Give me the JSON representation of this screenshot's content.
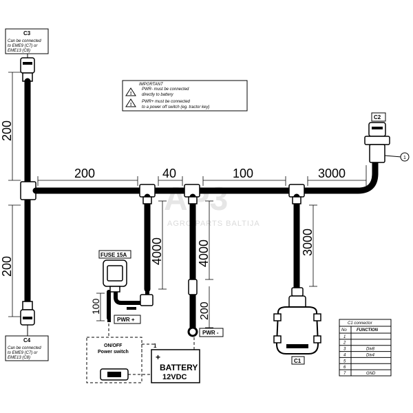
{
  "watermark": {
    "logo": "AP3",
    "text": "AGRO PARTS BALTIJA"
  },
  "connectors": {
    "c3": {
      "label": "C3",
      "note1": "Can be connected",
      "note2": "to EME9 (C7) or",
      "note3": "EME13 (C8)"
    },
    "c4": {
      "label": "C4",
      "note1": "Can be connected",
      "note2": "to EME9 (C7) or",
      "note3": "EME13 (C8)"
    },
    "c2": {
      "label": "C2"
    },
    "c1": {
      "label": "C1"
    },
    "callout": "1"
  },
  "important": {
    "title": "IMPORTANT",
    "line1": "PWR- must be connected",
    "line2": "directly to battery",
    "line3": "PWR+ must be connected",
    "line4": "to a power off switch (eg. tractor key)"
  },
  "dimensions": {
    "upper_vertical": "200",
    "lower_vertical": "200",
    "seg1": "200",
    "seg2": "40",
    "seg3": "100",
    "seg4": "3000",
    "drop_fuse": "4000",
    "drop_pwr_minus": "4000",
    "drop_c1": "3000",
    "fuse_lead": "100",
    "pwr_minus_lead": "200"
  },
  "fuse": {
    "label": "FUSE 15A"
  },
  "pwr_plus": {
    "label": "PWR +"
  },
  "pwr_minus": {
    "label": "PWR -"
  },
  "switch": {
    "line1": "ON/OFF",
    "line2": "Power switch"
  },
  "battery": {
    "plus": "+",
    "pin1": "1",
    "line1": "BATTERY",
    "line2": "12VDC"
  },
  "pinout": {
    "title": "C1 connector",
    "col_no": "No",
    "col_function": "FUNCTION",
    "rows": [
      {
        "no": "1",
        "fn": ""
      },
      {
        "no": "2",
        "fn": ""
      },
      {
        "no": "3",
        "fn": "Div8"
      },
      {
        "no": "4",
        "fn": "Div4"
      },
      {
        "no": "5",
        "fn": ""
      },
      {
        "no": "6",
        "fn": ""
      },
      {
        "no": "7",
        "fn": "GND"
      }
    ]
  }
}
